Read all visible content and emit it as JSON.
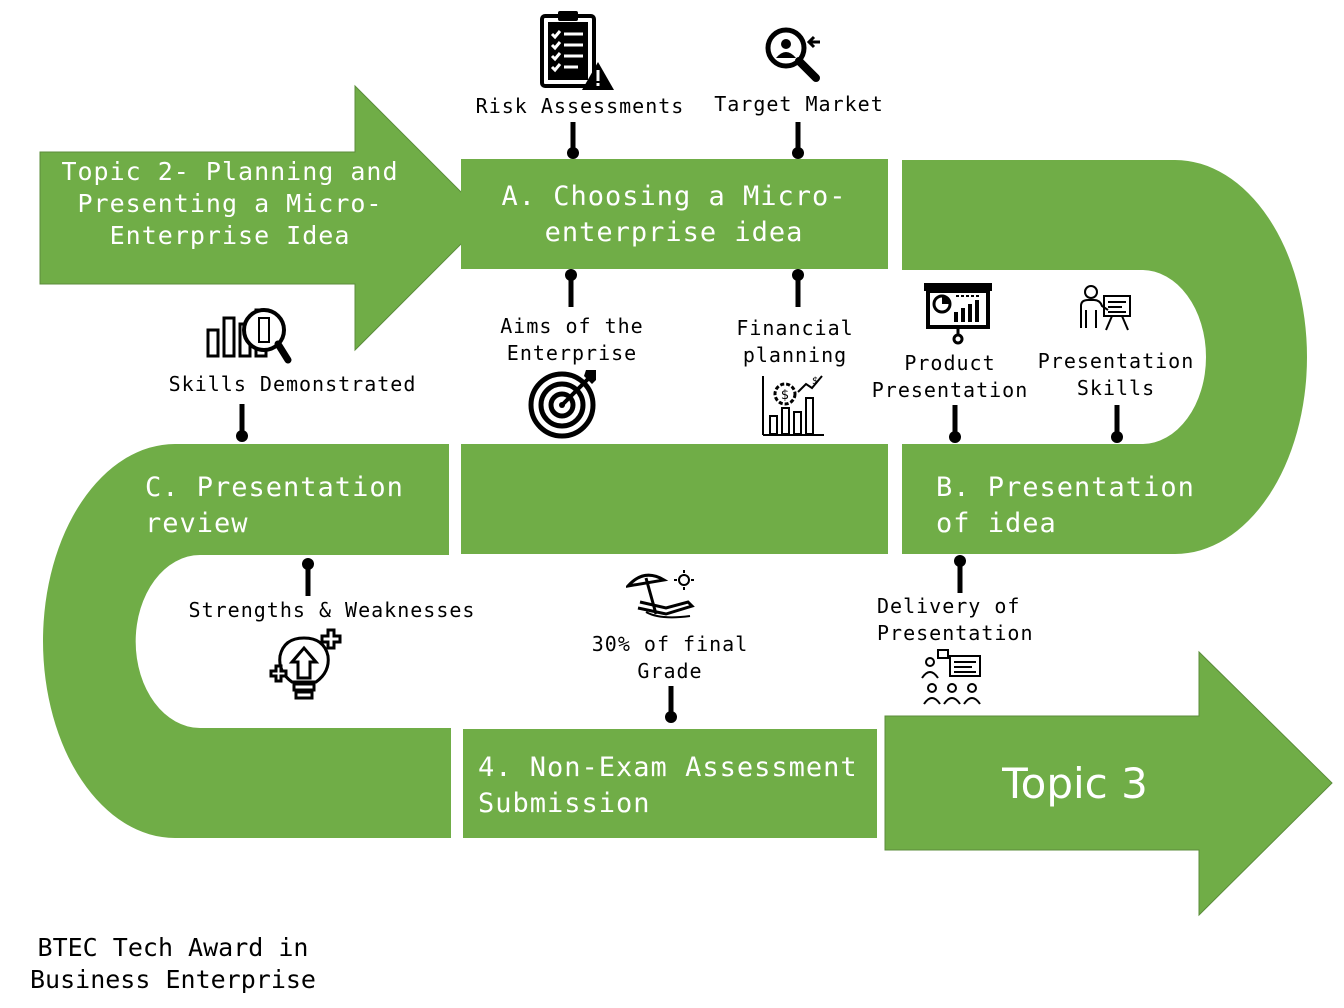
{
  "colors": {
    "green": "#70AD47",
    "black": "#000000",
    "white": "#FFFFFF"
  },
  "intro_arrow": {
    "text": "Topic 2- Planning and Presenting a Micro-Enterprise Idea"
  },
  "stage_a": {
    "text": "A. Choosing a Micro-enterprise idea"
  },
  "stage_b": {
    "text": "B. Presentation of idea"
  },
  "stage_c": {
    "text": "C. Presentation review"
  },
  "stage_4": {
    "text": "4. Non-Exam Assessment Submission"
  },
  "outro_arrow": {
    "text": "Topic 3"
  },
  "labels": {
    "risk": "Risk Assessments",
    "target": "Target Market",
    "aims": "Aims of the Enterprise",
    "financial": "Financial planning",
    "product": "Product Presentation",
    "pres_skills": "Presentation Skills",
    "skills": "Skills Demonstrated",
    "strengths": "Strengths & Weaknesses",
    "grade": "30% of final Grade",
    "delivery": "Delivery of Presentation"
  },
  "icons": {
    "risk": "clipboard-warning-icon",
    "target": "magnifier-person-icon",
    "aims": "target-arrow-icon",
    "financial": "dollar-gear-chart-icon",
    "product": "presentation-board-chart-icon",
    "pres_skills": "presenter-icon",
    "skills": "chart-magnifier-icon",
    "strengths": "lightbulb-arrow-icon",
    "grade": "beach-umbrella-icon",
    "delivery": "audience-screen-icon"
  },
  "footer": {
    "text": "BTEC Tech Award in Business Enterprise"
  }
}
